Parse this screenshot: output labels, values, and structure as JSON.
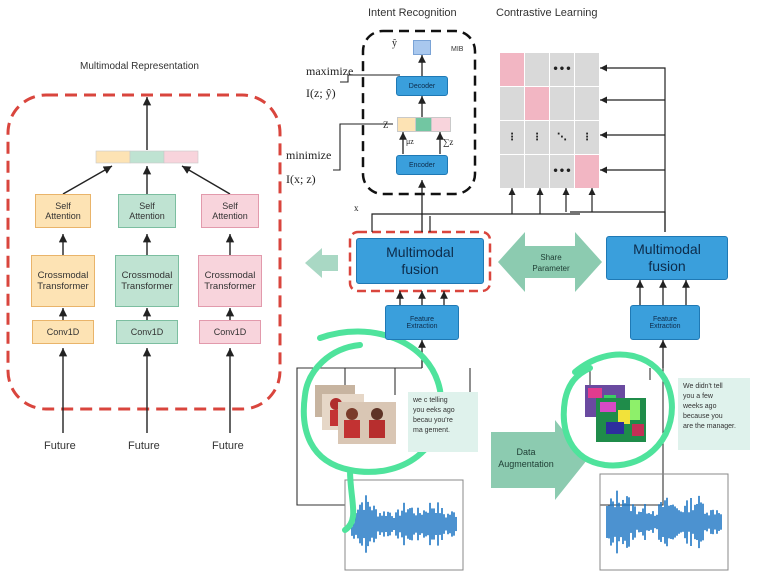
{
  "titles": {
    "multimodal_representation": "Multimodal Representation",
    "intent_recognition": "Intent Recognition",
    "contrastive_learning": "Contrastive Learning"
  },
  "left_module": {
    "columns": [
      {
        "attention": "Self\nAttention",
        "transformer": "Crossmodal\nTransformer",
        "conv": "Conv1D",
        "input": "Future",
        "color": "#fde3b4"
      },
      {
        "attention": "Self\nAttention",
        "transformer": "Crossmodal\nTransformer",
        "conv": "Conv1D",
        "input": "Future",
        "color": "#bfe3d2"
      },
      {
        "attention": "Self\nAttention",
        "transformer": "Crossmodal\nTransformer",
        "conv": "Conv1D",
        "input": "Future",
        "color": "#f8d4dc"
      }
    ]
  },
  "mib": {
    "label": "MIB",
    "y_hat": "ŷ",
    "decoder": "Decoder",
    "encoder": "Encoder",
    "z": "Z",
    "mu": "μz",
    "sigma": "∑z",
    "maximize": "maximize",
    "maximize_term": "I(z; ŷ)",
    "minimize": "minimize",
    "minimize_term": "I(x; z)",
    "x": "x"
  },
  "fusion_left": {
    "label": "Multimodal\nfusion",
    "feature": "Feature\nExtraction"
  },
  "fusion_right": {
    "label": "Multimodal\nfusion",
    "feature": "Feature\nExtraction"
  },
  "share_parameter": "Share\nParameter",
  "data_augmentation": "Data\nAugmentation",
  "text_left": "we c  telling\nyou   eeks ago\nbecau  you're\nma    gement.",
  "text_right": "We didn't tell\nyou a few\nweeks ago\nbecause you\nare the manager.",
  "grid": {
    "dots_h": "•••",
    "dots_v": "⋮",
    "dots_diag": "⋱",
    "cell_gray": "#d9d9d9",
    "cell_pink": "#f2b6c3"
  },
  "colors": {
    "red_dash": "#d9453d",
    "blue": "#3a9fdc",
    "arrow_green": "#7fc4a8",
    "highlight": "#4fe39c"
  }
}
